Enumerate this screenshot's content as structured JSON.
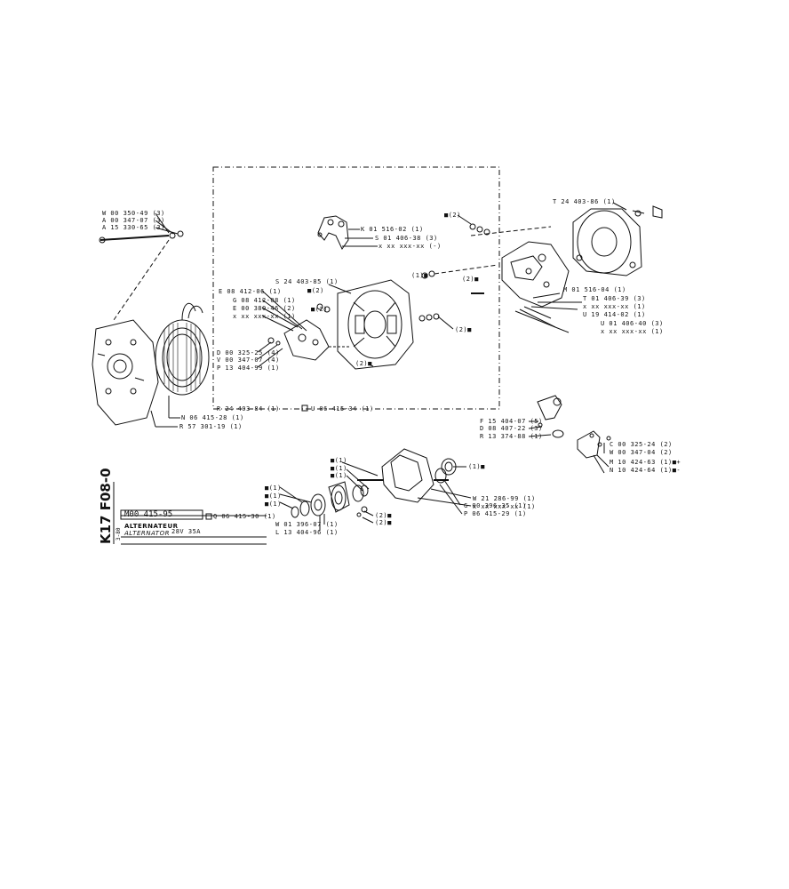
{
  "sheet": {
    "page_code": "K17 F08-0",
    "date": "3-80",
    "assembly_code": "M00 415-95",
    "assembly_ref": "Q 06 415-30 (1)",
    "title_fr": "ALTERNATEUR",
    "title_en": "ALTERNATOR",
    "rating": "28V 35A"
  },
  "labels": {
    "w0035049": "W 00 350-49 (3)",
    "a0034707": "A 00 347-07 (3)",
    "a1533065": "A 15 330-65 (3)",
    "t2440386": "T 24 403-86 (1)",
    "k0151602": "K 01 516-02 (1)",
    "s0140638": "S 01 406-38 (3)",
    "xx_top": "x xx xxx-xx (-)",
    "sq2_top": "■(2)",
    "s2440385": "S 24 403-85 (1)",
    "sq2_mid": "■(2)",
    "e0841206": "E 08 412-06 (1)",
    "g0841208": "G 08 412-08 (1)",
    "e0038046": "E 00 380-46 (2)",
    "xx_left": "x xx xxx-xx (1)",
    "d0032525": "D 00 325-25 (4)",
    "v0034707": "V 00 347-07 (4)",
    "p1340499": "P 13 404-99 (1)",
    "sq2_dot": "■(2)",
    "sq1_bolt": "(1)■",
    "sq2_bolt": "(2)■",
    "sq2_right": "(2)■",
    "sq2_body": "(2)■",
    "m0151604": "M 01 516-04 (1)",
    "t0140639": "T 01 406-39 (3)",
    "xx_r1": "x xx xxx-xx (1)",
    "u1941402": "U 19 414-02 (1)",
    "u0140640": "U 01 406-40 (3)",
    "xx_r2": "x xx xxx-xx (1)",
    "r2440384": "R 24 403-84 (1)",
    "u0641534": "U 06 415-34 (1)",
    "n0641528": "N 06 415-28 (1)",
    "r5730119": "R 57 301-19 (1)",
    "f1540407": "F 15 404-07 (5)",
    "d0840722": "D 08 407-22 (3)",
    "r1337488": "R 13 374-88 (1)",
    "c0032524": "C 00 325-24 (2)",
    "w0034704": "W 00 347-04 (2)",
    "m1042463": "M 10 424-63 (1)■+",
    "n1042464": "N 10 424-64 (1)■-",
    "rot_sq1a": "■(1)",
    "rot_sq1b": "■(1)",
    "rot_sq1c": "■(1)",
    "rot_sq1d": "(1)■",
    "g0039635": "G 00 396-35 (1)",
    "p0641529": "P 06 415-29 (1)",
    "w2128699": "W 21 286-99 (1)",
    "xx_rot": "x xx xxx-xx (1)",
    "rot_l1a": "■(1)",
    "rot_l1b": "■(1)",
    "rot_l1c": "■(1)",
    "rot_sq2a": "(2)■",
    "rot_sq2b": "(2)■",
    "w0139607": "W 01 396-07 (1)",
    "l1340496": "L 13 404-96 (1)"
  }
}
